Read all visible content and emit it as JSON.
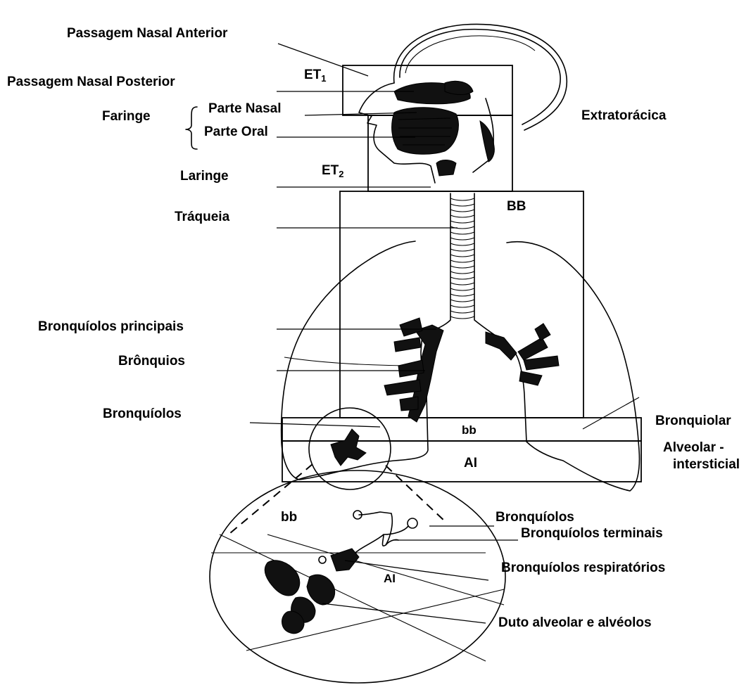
{
  "labels": {
    "anterior_nasal": "Passagem Nasal Anterior",
    "posterior_nasal": "Passagem Nasal  Posterior",
    "pharynx": "Faringe",
    "nasal_part": "Parte Nasal",
    "oral_part": "Parte Oral",
    "larynx": "Laringe",
    "trachea": "Tráqueia",
    "principal_bronchioles": "Bronquíolos principais",
    "bronchi": "Brônquios",
    "bronchioles_left": "Bronquíolos",
    "extrathoracic": "Extratorácica",
    "bronchiolar": "Bronquiolar",
    "alveolar_1": "Alveolar -",
    "alveolar_2": "intersticial",
    "region_et1": "ET",
    "region_et1_sub": "1",
    "region_et2": "ET",
    "region_et2_sub": "2",
    "region_BB": "BB",
    "region_bb": "bb",
    "region_AI": "AI",
    "inset_bb": "bb",
    "inset_ai": "AI",
    "inset_bronchioles": "Bronquíolos",
    "inset_terminal": "Bronquíolos terminais",
    "inset_respiratory": "Bronquíolos respiratórios",
    "inset_alveolar_duct": "Duto alveolar e alvéolos"
  }
}
